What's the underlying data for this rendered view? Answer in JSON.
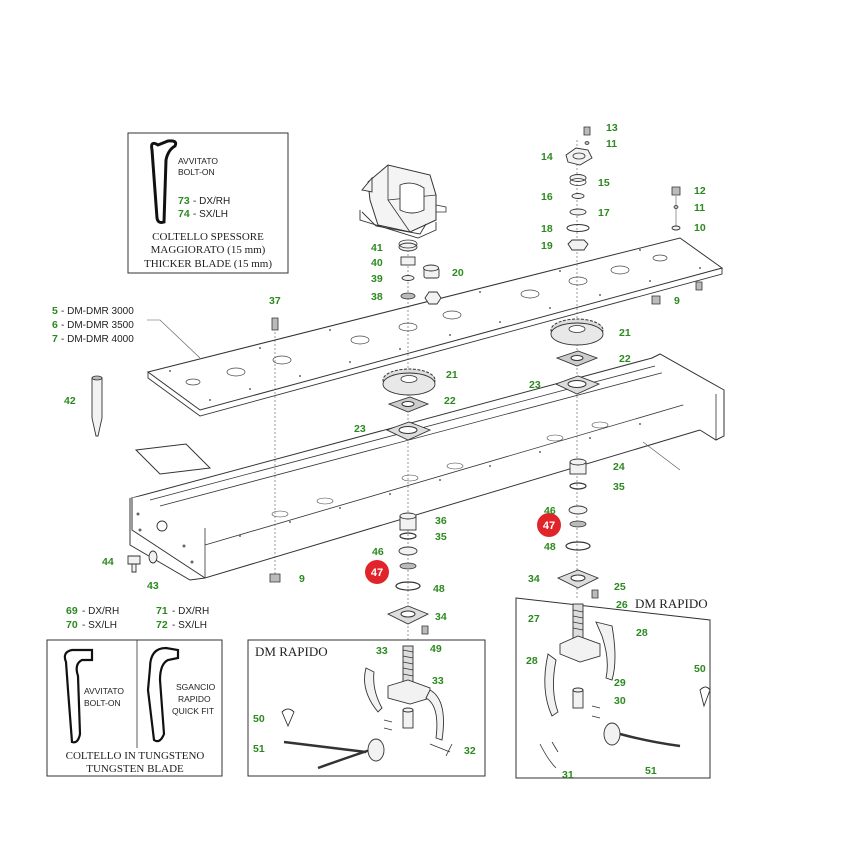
{
  "thick_box": {
    "avvitato": "AVVITATO",
    "bolton": "BOLT-ON",
    "code1_num": "73",
    "code1_txt": "- DX/RH",
    "code2_num": "74",
    "code2_txt": "- SX/LH",
    "title1": "COLTELLO SPESSORE",
    "title2": "MAGGIORATO (15 mm)",
    "title3": "THICKER BLADE (15 mm)"
  },
  "models": [
    {
      "num": "5",
      "txt": "- DM-DMR 3000"
    },
    {
      "num": "6",
      "txt": "- DM-DMR 3500"
    },
    {
      "num": "7",
      "txt": "- DM-DMR 4000"
    }
  ],
  "tung_box": {
    "codes_left": [
      {
        "num": "69",
        "txt": "- DX/RH"
      },
      {
        "num": "70",
        "txt": "- SX/LH"
      }
    ],
    "codes_right": [
      {
        "num": "71",
        "txt": "- DX/RH"
      },
      {
        "num": "72",
        "txt": "- SX/LH"
      }
    ],
    "avvitato": "AVVITATO",
    "bolton": "BOLT-ON",
    "sgancio": "SGANCIO",
    "rapido": "RAPIDO",
    "quickfit": "QUICK FIT",
    "title1": "COLTELLO IN TUNGSTENO",
    "title2": "TUNGSTEN BLADE"
  },
  "rapido_left_title": "DM RAPIDO",
  "rapido_right_title": "DM RAPIDO",
  "highlight_label": "47",
  "callouts": [
    {
      "id": "c13",
      "text": "13"
    },
    {
      "id": "c11a",
      "text": "11"
    },
    {
      "id": "c14",
      "text": "14"
    },
    {
      "id": "c15",
      "text": "15"
    },
    {
      "id": "c16",
      "text": "16"
    },
    {
      "id": "c17",
      "text": "17"
    },
    {
      "id": "c18",
      "text": "18"
    },
    {
      "id": "c19",
      "text": "19"
    },
    {
      "id": "c12",
      "text": "12"
    },
    {
      "id": "c11b",
      "text": "11"
    },
    {
      "id": "c10",
      "text": "10"
    },
    {
      "id": "c9a",
      "text": "9"
    },
    {
      "id": "c41",
      "text": "41"
    },
    {
      "id": "c40",
      "text": "40"
    },
    {
      "id": "c39",
      "text": "39"
    },
    {
      "id": "c38",
      "text": "38"
    },
    {
      "id": "c20",
      "text": "20"
    },
    {
      "id": "c37",
      "text": "37"
    },
    {
      "id": "c21a",
      "text": "21"
    },
    {
      "id": "c22a",
      "text": "22"
    },
    {
      "id": "c23a",
      "text": "23"
    },
    {
      "id": "c21b",
      "text": "21"
    },
    {
      "id": "c22b",
      "text": "22"
    },
    {
      "id": "c23b",
      "text": "23"
    },
    {
      "id": "c42",
      "text": "42"
    },
    {
      "id": "c24",
      "text": "24"
    },
    {
      "id": "c35a",
      "text": "35"
    },
    {
      "id": "c46a",
      "text": "46"
    },
    {
      "id": "c48a",
      "text": "48"
    },
    {
      "id": "c36",
      "text": "36"
    },
    {
      "id": "c35b",
      "text": "35"
    },
    {
      "id": "c46b",
      "text": "46"
    },
    {
      "id": "c48b",
      "text": "48"
    },
    {
      "id": "c44",
      "text": "44"
    },
    {
      "id": "c43",
      "text": "43"
    },
    {
      "id": "c9b",
      "text": "9"
    },
    {
      "id": "c34a",
      "text": "34"
    },
    {
      "id": "c25",
      "text": "25"
    },
    {
      "id": "c26",
      "text": "26"
    },
    {
      "id": "c34b",
      "text": "34"
    },
    {
      "id": "c27",
      "text": "27"
    },
    {
      "id": "c28a",
      "text": "28"
    },
    {
      "id": "c28b",
      "text": "28"
    },
    {
      "id": "c29",
      "text": "29"
    },
    {
      "id": "c30",
      "text": "30"
    },
    {
      "id": "c31",
      "text": "31"
    },
    {
      "id": "c51a",
      "text": "51"
    },
    {
      "id": "c50a",
      "text": "50"
    },
    {
      "id": "c33a",
      "text": "33"
    },
    {
      "id": "c49",
      "text": "49"
    },
    {
      "id": "c33b",
      "text": "33"
    },
    {
      "id": "c50b",
      "text": "50"
    },
    {
      "id": "c51b",
      "text": "51"
    },
    {
      "id": "c32",
      "text": "32"
    }
  ]
}
